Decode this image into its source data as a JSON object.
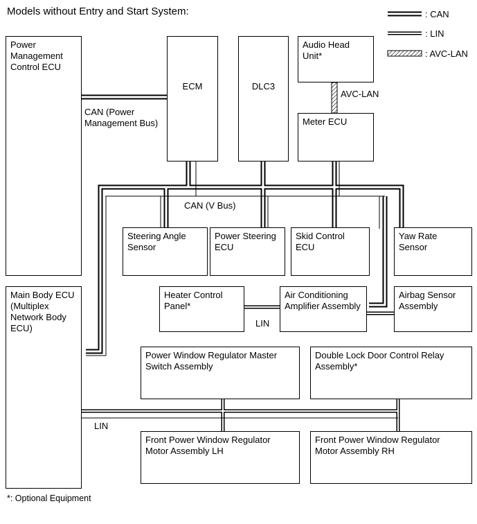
{
  "title": "Models without Entry and Start System:",
  "footnote": "*: Optional Equipment",
  "legend": {
    "can": ": CAN",
    "lin": ": LIN",
    "avc": ": AVC-LAN"
  },
  "labels": {
    "can_pm_bus": "CAN (Power\nManagement Bus)",
    "can_v_bus": "CAN (V Bus)",
    "avc_lan": "AVC-LAN",
    "lin_heater": "LIN",
    "lin_window": "LIN"
  },
  "nodes": {
    "power_mgmt_ecu": "Power\nManagement\nControl ECU",
    "ecm": "ECM",
    "dlc3": "DLC3",
    "audio_head_unit": "Audio Head\nUnit*",
    "meter_ecu": "Meter ECU",
    "steering_angle_sensor": "Steering Angle\nSensor",
    "power_steering_ecu": "Power Steering\nECU",
    "skid_control_ecu": "Skid Control\nECU",
    "yaw_rate_sensor": "Yaw Rate\nSensor",
    "main_body_ecu": "Main Body ECU\n(Multiplex\nNetwork Body\nECU)",
    "heater_control_panel": "Heater Control\nPanel*",
    "air_conditioning_amp": "Air Conditioning\nAmplifier Assembly",
    "airbag_sensor": "Airbag Sensor\nAssembly",
    "pw_master_switch": "Power Window Regulator Master\nSwitch Assembly",
    "double_lock_relay": "Double Lock Door Control Relay\nAssembly*",
    "front_pw_motor_lh": "Front Power Window Regulator\nMotor Assembly LH",
    "front_pw_motor_rh": "Front Power Window Regulator\nMotor Assembly RH"
  },
  "colors": {
    "line": "#000000",
    "background": "#ffffff"
  }
}
